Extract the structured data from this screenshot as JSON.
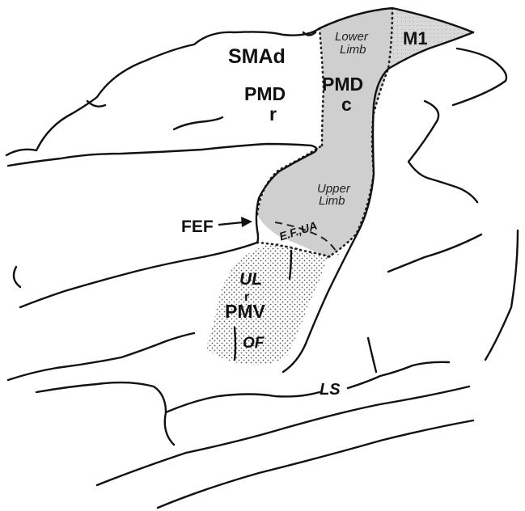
{
  "colors": {
    "background": "#ffffff",
    "line": "#111111",
    "dorsal_premotor_shade": "#cfcfcf",
    "motor_shade": "#d8d8d8",
    "ventral_stipple": "#555555"
  },
  "labels": {
    "smad": "SMAd",
    "m1": "M1",
    "lower_limb_1": "Lower",
    "lower_limb_2": "Limb",
    "pmd_r_1": "PMD",
    "pmd_r_2": "r",
    "pmd_c_1": "PMD",
    "pmd_c_2": "c",
    "upper_limb_1": "Upper",
    "upper_limb_2": "Limb",
    "fef": "FEF",
    "efua": "E.F.,UA",
    "ul": "UL",
    "pmv_r": "r",
    "pmv": "PMV",
    "of": "OF",
    "ls": "LS"
  },
  "icons": {
    "fef_pointer": "arrow-right-icon"
  }
}
